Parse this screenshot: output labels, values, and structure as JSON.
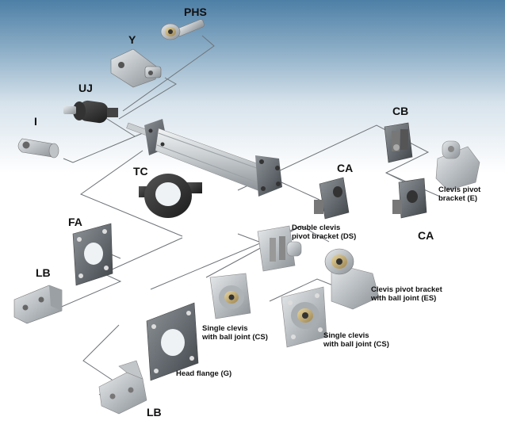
{
  "labels": {
    "phs": "PHS",
    "y": "Y",
    "uj": "UJ",
    "i": "I",
    "tc": "TC",
    "fa": "FA",
    "lb_top": "LB",
    "lb_bottom": "LB",
    "cb": "CB",
    "ca_mid": "CA",
    "ca_right": "CA",
    "e_line1": "Clevis pivot",
    "e_line2": "bracket (E)",
    "ds_line1": "Double clevis",
    "ds_line2": "pivot bracket (DS)",
    "es_line1": "Clevis pivot bracket",
    "es_line2": "with ball joint (ES)",
    "cs1_line1": "Single clevis",
    "cs1_line2": "with ball joint (CS)",
    "cs2_line1": "Single clevis",
    "cs2_line2": "with ball joint (CS)",
    "g": "Head flange (G)"
  },
  "colors": {
    "bg_top": "#4d7fa6",
    "line": "#6f7478",
    "metal_light": "#cfd3d6",
    "metal_dark": "#5e6367",
    "black_part": "#2a2a2a"
  }
}
